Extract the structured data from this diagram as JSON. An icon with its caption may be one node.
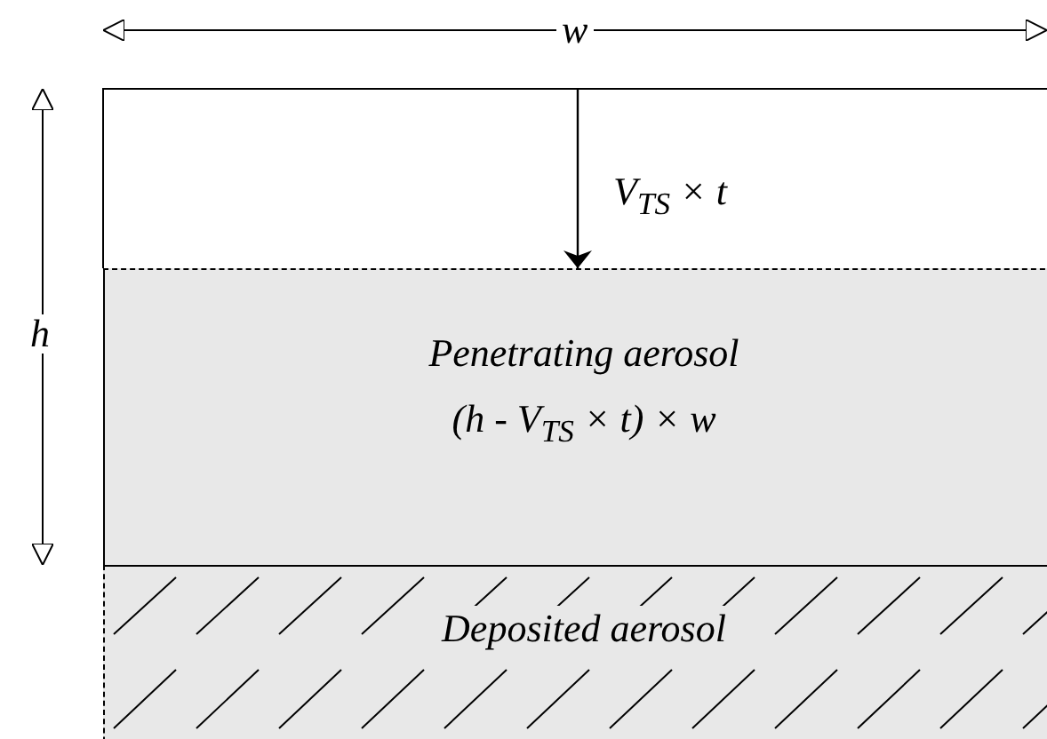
{
  "diagram": {
    "nodes": [
      {
        "text": [
          "Penetrating aerosol",
          "(h - V$_{TS}$ × t) × w"
        ]
      },
      {
        "text": [
          "Deposited aerosol"
        ]
      }
    ],
    "labels": [
      "w",
      "V$_{TS}$ × t",
      "h"
    ]
  }
}
